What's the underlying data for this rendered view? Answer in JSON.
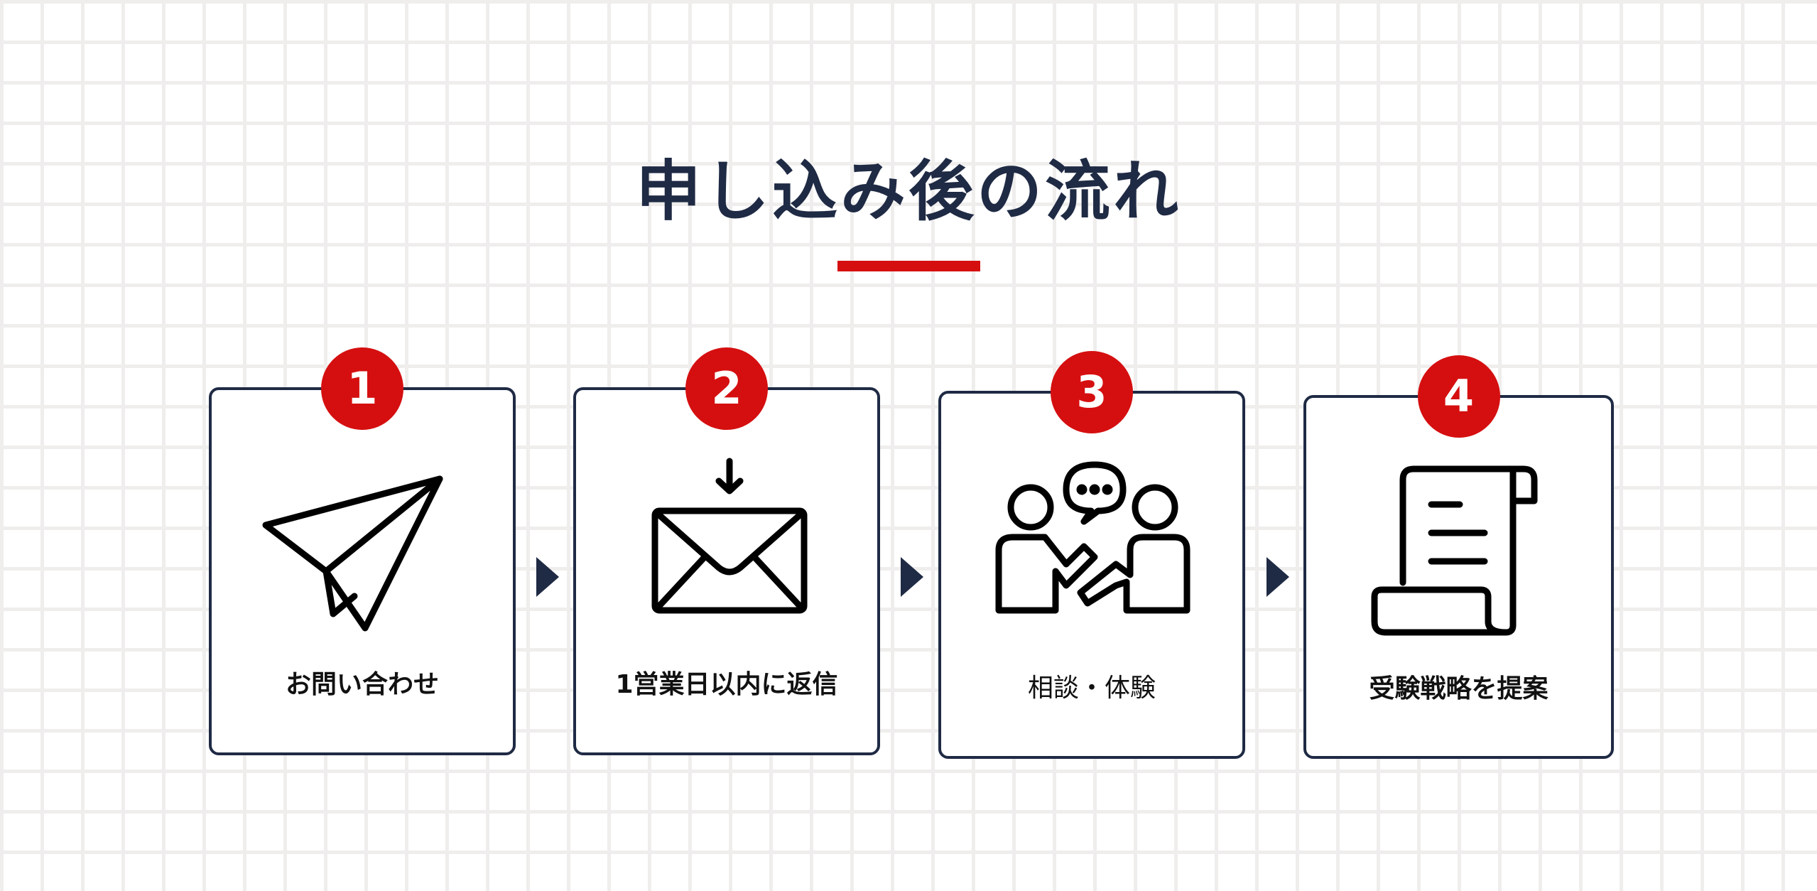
{
  "title": "申し込み後の流れ",
  "steps": [
    {
      "number": "1",
      "label": "お問い合わせ",
      "icon": "paper-plane-icon"
    },
    {
      "number": "2",
      "label": "1営業日以内に返信",
      "icon": "mail-receive-icon"
    },
    {
      "number": "3",
      "label": "相談・体験",
      "icon": "consultation-icon"
    },
    {
      "number": "4",
      "label": "受験戦略を提案",
      "icon": "document-scroll-icon"
    }
  ],
  "colors": {
    "accent": "#d50f10",
    "navy": "#1f2a44",
    "grid": "#efeeed"
  }
}
